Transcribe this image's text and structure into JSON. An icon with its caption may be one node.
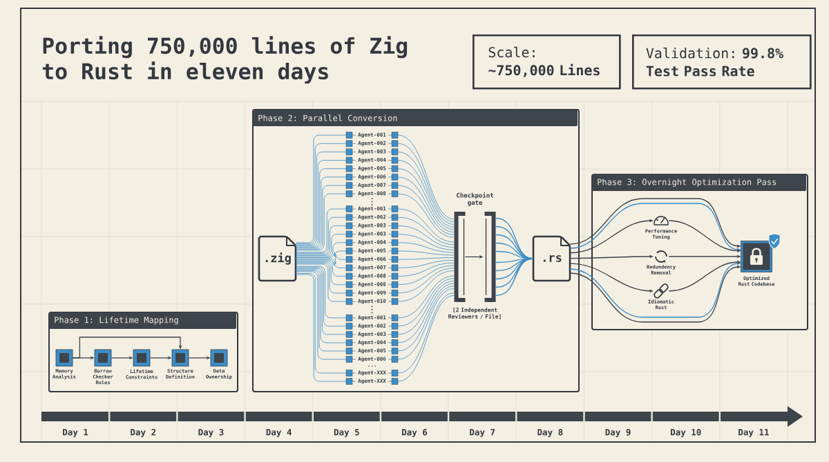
{
  "diagram": {
    "title": "Porting 750,000 lines of Zig to Rust in eleven days",
    "nodes": [
      {
        "text": [
          "Scale: **~750,000 Lines**"
        ]
      },
      {
        "text": [
          "Validation: **99.8% Test Pass Rate**"
        ]
      },
      {
        "text": [
          "Phase 1: Lifetime Mapping"
        ]
      },
      {
        "text": [
          "Memory Analysis"
        ],
        "in": 2
      },
      {
        "text": [
          "Borrow Checker Rules"
        ],
        "in": 2
      },
      {
        "text": [
          "Lifetime Constraints"
        ],
        "in": 2
      },
      {
        "text": [
          "Structure Definition"
        ],
        "in": 2
      },
      {
        "text": [
          "Data Ownership"
        ],
        "in": 2
      },
      {
        "text": [
          "Phase 2: Parallel Conversion"
        ]
      },
      {
        "text": [
          ".zig"
        ],
        "in": 8
      },
      {
        "text": [
          "Agent-001"
        ],
        "in": 8
      },
      {
        "text": [
          "Agent-002"
        ],
        "in": 8
      },
      {
        "text": [
          "Agent-003"
        ],
        "in": 8
      },
      {
        "text": [
          "Agent-004"
        ],
        "in": 8
      },
      {
        "text": [
          "Agent-005"
        ],
        "in": 8
      },
      {
        "text": [
          "Agent-006"
        ],
        "in": 8
      },
      {
        "text": [
          "Agent-007"
        ],
        "in": 8
      },
      {
        "text": [
          "Agent-008"
        ],
        "in": 8
      },
      {
        "text": [
          "Agent-001"
        ],
        "in": 8
      },
      {
        "text": [
          "Agent-002"
        ],
        "in": 8
      },
      {
        "text": [
          "Agent-003"
        ],
        "in": 8
      },
      {
        "text": [
          "Agent-003"
        ],
        "in": 8
      },
      {
        "text": [
          "Agent-004"
        ],
        "in": 8
      },
      {
        "text": [
          "Agent-005"
        ],
        "in": 8
      },
      {
        "text": [
          "Agent-066"
        ],
        "in": 8
      },
      {
        "text": [
          "Agent-007"
        ],
        "in": 8
      },
      {
        "text": [
          "Agent-008"
        ],
        "in": 8
      },
      {
        "text": [
          "Agent-008"
        ],
        "in": 8
      },
      {
        "text": [
          "Agent-009"
        ],
        "in": 8
      },
      {
        "text": [
          "Agent-010"
        ],
        "in": 8
      },
      {
        "text": [
          "Agent-001"
        ],
        "in": 8
      },
      {
        "text": [
          "Agent-002"
        ],
        "in": 8
      },
      {
        "text": [
          "Agent-003"
        ],
        "in": 8
      },
      {
        "text": [
          "Agent-004"
        ],
        "in": 8
      },
      {
        "text": [
          "Agent-005"
        ],
        "in": 8
      },
      {
        "text": [
          "Agent-006"
        ],
        "in": 8
      },
      {
        "text": [
          "Agent-XXX"
        ],
        "in": 8
      },
      {
        "text": [
          "Agent-XXX"
        ],
        "in": 8
      },
      {
        "text": [
          "Checkpoint gate",
          "[2 Independent Reviewers / File]"
        ],
        "in": 8
      },
      {
        "text": [
          ".rs"
        ],
        "in": 8
      },
      {
        "text": [
          "Phase 3: Overnight Optimization Pass"
        ]
      },
      {
        "text": [
          "Performance Tuning"
        ],
        "in": 40
      },
      {
        "text": [
          "Redundency Removal"
        ],
        "in": 40
      },
      {
        "text": [
          "Idiomatic Rust"
        ],
        "in": 40
      },
      {
        "text": [
          "Optimized Rust Codebase"
        ],
        "in": 40
      }
    ],
    "edges": [
      {
        "from": 3,
        "to": 4,
        "arrow": "to",
        "color": "#3c4148"
      },
      {
        "from": 4,
        "to": 5,
        "arrow": "to",
        "color": "#3c4148"
      },
      {
        "from": 5,
        "to": 6,
        "arrow": "to",
        "color": "#3c4148"
      },
      {
        "from": 6,
        "to": 7,
        "arrow": "to",
        "color": "#3c4148"
      },
      {
        "from": 3,
        "to": 6,
        "arrow": "to",
        "color": "#3c4148"
      },
      {
        "from": 9,
        "to": 10,
        "arrow": "none"
      },
      {
        "from": 9,
        "to": 11,
        "arrow": "none"
      },
      {
        "from": 9,
        "to": 12,
        "arrow": "none"
      },
      {
        "from": 9,
        "to": 13,
        "arrow": "none"
      },
      {
        "from": 9,
        "to": 14,
        "arrow": "none"
      },
      {
        "from": 9,
        "to": 15,
        "arrow": "none"
      },
      {
        "from": 9,
        "to": 16,
        "arrow": "none"
      },
      {
        "from": 9,
        "to": 17,
        "arrow": "none"
      },
      {
        "from": 9,
        "to": 18,
        "arrow": "none"
      },
      {
        "from": 9,
        "to": 19,
        "arrow": "none"
      },
      {
        "from": 9,
        "to": 20,
        "arrow": "none"
      },
      {
        "from": 9,
        "to": 21,
        "arrow": "none"
      },
      {
        "from": 9,
        "to": 22,
        "arrow": "none"
      },
      {
        "from": 9,
        "to": 23,
        "arrow": "none"
      },
      {
        "from": 9,
        "to": 24,
        "arrow": "none"
      },
      {
        "from": 9,
        "to": 25,
        "arrow": "none"
      },
      {
        "from": 9,
        "to": 26,
        "arrow": "none"
      },
      {
        "from": 9,
        "to": 27,
        "arrow": "none"
      },
      {
        "from": 9,
        "to": 28,
        "arrow": "none"
      },
      {
        "from": 9,
        "to": 29,
        "arrow": "none"
      },
      {
        "from": 9,
        "to": 30,
        "arrow": "none"
      },
      {
        "from": 9,
        "to": 31,
        "arrow": "none"
      },
      {
        "from": 9,
        "to": 32,
        "arrow": "none"
      },
      {
        "from": 9,
        "to": 33,
        "arrow": "none"
      },
      {
        "from": 9,
        "to": 34,
        "arrow": "none"
      },
      {
        "from": 9,
        "to": 35,
        "arrow": "none"
      },
      {
        "from": 9,
        "to": 36,
        "arrow": "none"
      },
      {
        "from": 9,
        "to": 37,
        "arrow": "none"
      },
      {
        "from": 10,
        "to": 38,
        "arrow": "none"
      },
      {
        "from": 11,
        "to": 38,
        "arrow": "none"
      },
      {
        "from": 12,
        "to": 38,
        "arrow": "none"
      },
      {
        "from": 13,
        "to": 38,
        "arrow": "none"
      },
      {
        "from": 14,
        "to": 38,
        "arrow": "none"
      },
      {
        "from": 15,
        "to": 38,
        "arrow": "none"
      },
      {
        "from": 16,
        "to": 38,
        "arrow": "none"
      },
      {
        "from": 17,
        "to": 38,
        "arrow": "none"
      },
      {
        "from": 18,
        "to": 38,
        "arrow": "none"
      },
      {
        "from": 19,
        "to": 38,
        "arrow": "none"
      },
      {
        "from": 20,
        "to": 38,
        "arrow": "none"
      },
      {
        "from": 21,
        "to": 38,
        "arrow": "none"
      },
      {
        "from": 22,
        "to": 38,
        "arrow": "none"
      },
      {
        "from": 23,
        "to": 38,
        "arrow": "none"
      },
      {
        "from": 24,
        "to": 38,
        "arrow": "none"
      },
      {
        "from": 25,
        "to": 38,
        "arrow": "none"
      },
      {
        "from": 26,
        "to": 38,
        "arrow": "none"
      },
      {
        "from": 27,
        "to": 38,
        "arrow": "none"
      },
      {
        "from": 28,
        "to": 38,
        "arrow": "none"
      },
      {
        "from": 29,
        "to": 38,
        "arrow": "none"
      },
      {
        "from": 30,
        "to": 38,
        "arrow": "none"
      },
      {
        "from": 31,
        "to": 38,
        "arrow": "none"
      },
      {
        "from": 32,
        "to": 38,
        "arrow": "none"
      },
      {
        "from": 33,
        "to": 38,
        "arrow": "none"
      },
      {
        "from": 34,
        "to": 38,
        "arrow": "none"
      },
      {
        "from": 35,
        "to": 38,
        "arrow": "none"
      },
      {
        "from": 36,
        "to": 38,
        "arrow": "none"
      },
      {
        "from": 37,
        "to": 38,
        "arrow": "none"
      },
      {
        "from": 38,
        "to": 39,
        "arrow": "to"
      },
      {
        "from": 39,
        "to": 41,
        "arrow": "to",
        "color": "#3c4148"
      },
      {
        "from": 39,
        "to": 42,
        "arrow": "to",
        "color": "#3c4148"
      },
      {
        "from": 39,
        "to": 43,
        "arrow": "to",
        "color": "#3c4148"
      },
      {
        "from": 39,
        "to": 44,
        "arrow": "to",
        "color": "#3c4148"
      },
      {
        "from": 39,
        "to": 44,
        "arrow": "to"
      },
      {
        "from": 39,
        "to": 44,
        "arrow": "to",
        "color": "#3c4148"
      },
      {
        "from": 39,
        "to": 44,
        "arrow": "to"
      },
      {
        "from": 41,
        "to": 44,
        "arrow": "to",
        "color": "#3c4148"
      },
      {
        "from": 42,
        "to": 44,
        "arrow": "to",
        "color": "#3c4148"
      },
      {
        "from": 43,
        "to": 44,
        "arrow": "to",
        "color": "#3c4148"
      }
    ],
    "labels": [
      "Day 1",
      "Day 2",
      "Day 3",
      "Day 4",
      "Day 5",
      "Day 6",
      "Day 7",
      "Day 8",
      "Day 9",
      "Day 10",
      "Day 11"
    ]
  }
}
